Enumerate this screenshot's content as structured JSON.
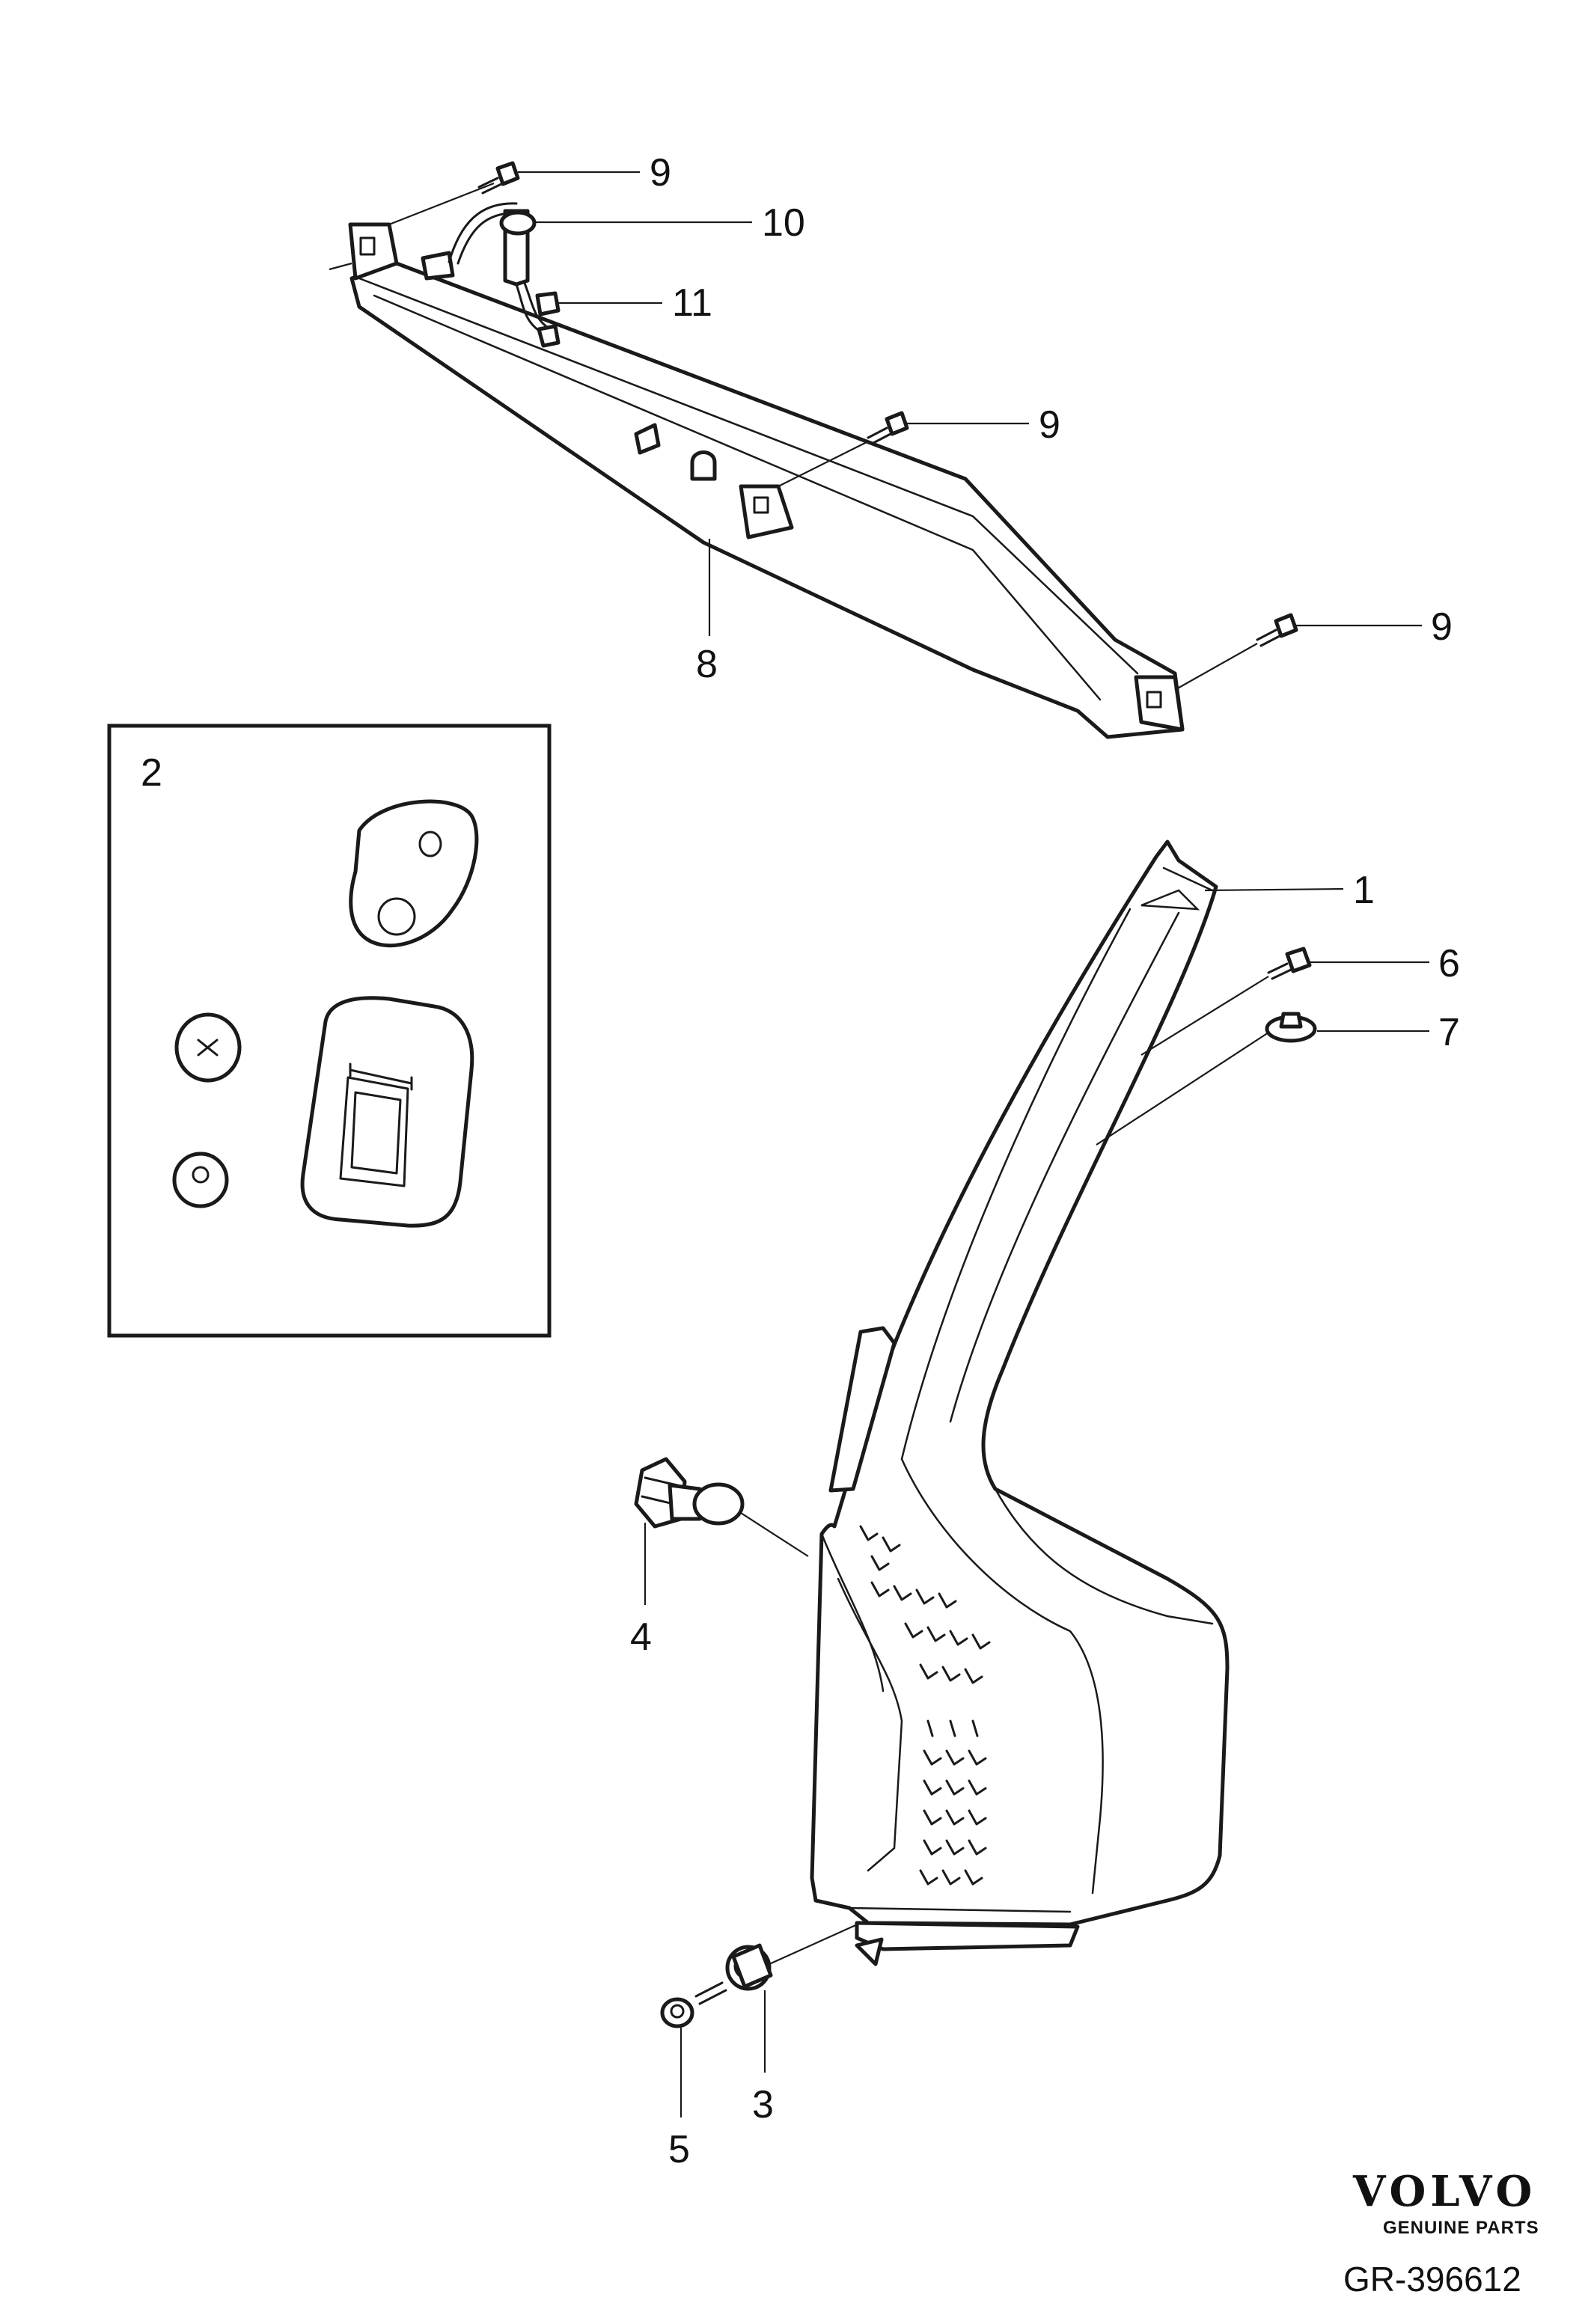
{
  "diagram": {
    "callouts": [
      {
        "id": "c9a",
        "text": "9"
      },
      {
        "id": "c10",
        "text": "10"
      },
      {
        "id": "c11",
        "text": "11"
      },
      {
        "id": "c9b",
        "text": "9"
      },
      {
        "id": "c9c",
        "text": "9"
      },
      {
        "id": "c8",
        "text": "8"
      },
      {
        "id": "c1",
        "text": "1"
      },
      {
        "id": "c6",
        "text": "6"
      },
      {
        "id": "c7",
        "text": "7"
      },
      {
        "id": "c4",
        "text": "4"
      },
      {
        "id": "c3",
        "text": "3"
      },
      {
        "id": "c5",
        "text": "5"
      }
    ],
    "inset": {
      "label": "2"
    }
  },
  "branding": {
    "brand": "VOLVO",
    "subtitle": "GENUINE PARTS",
    "reference": "GR-396612"
  }
}
